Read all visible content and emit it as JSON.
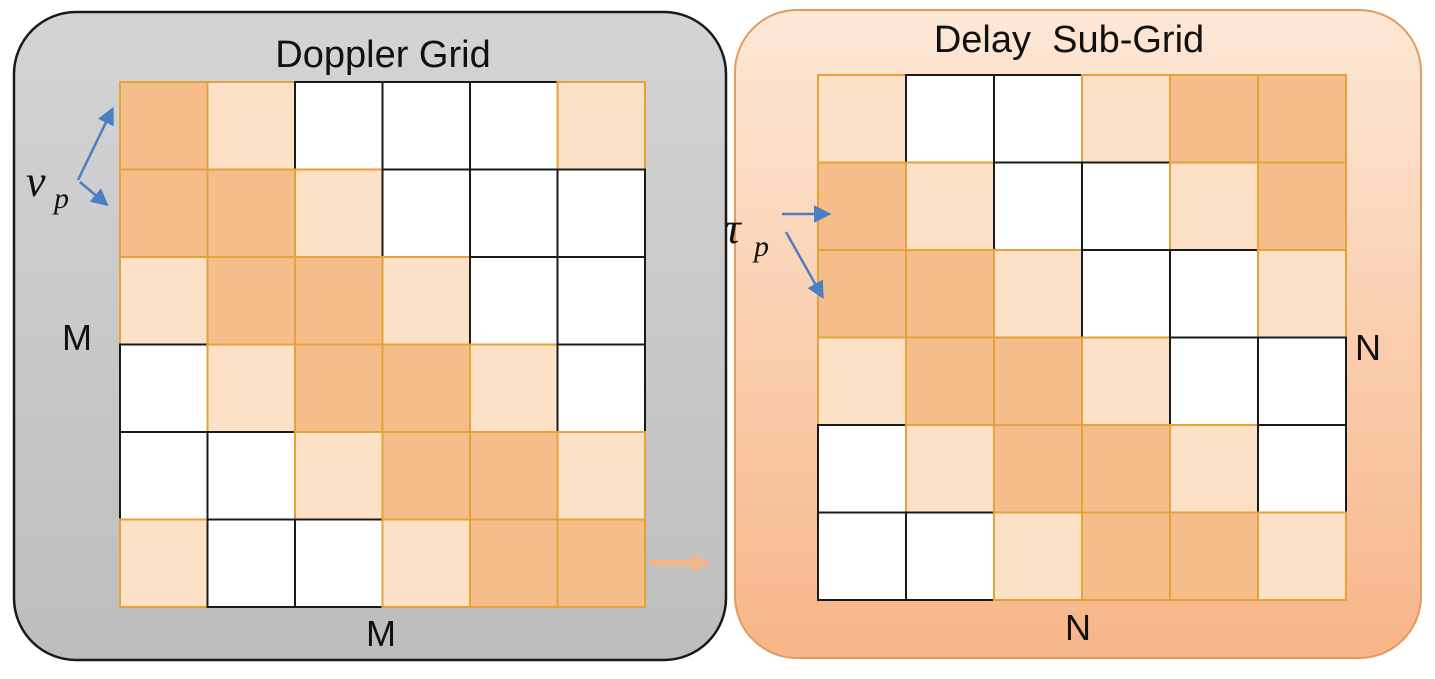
{
  "colors": {
    "dark": "#f5bd8a",
    "light": "#fde1c6",
    "white": "#ffffff",
    "orange_border": "#e3a23a",
    "black_border": "#1a1a1a",
    "arrow_blue": "#4a7fc1",
    "connector_arrow": "#f2b48a"
  },
  "doppler": {
    "title": "Doppler Grid",
    "row_label": "M",
    "col_label": "M",
    "param_symbol": "ν",
    "param_subscript": "p",
    "cells": [
      [
        "dark",
        "light",
        "white",
        "white",
        "white",
        "light"
      ],
      [
        "dark",
        "dark",
        "light",
        "white",
        "white",
        "white"
      ],
      [
        "light",
        "dark",
        "dark",
        "light",
        "white",
        "white"
      ],
      [
        "white",
        "light",
        "dark",
        "dark",
        "light",
        "white"
      ],
      [
        "white",
        "white",
        "light",
        "dark",
        "dark",
        "light"
      ],
      [
        "light",
        "white",
        "white",
        "light",
        "dark",
        "dark"
      ]
    ]
  },
  "delay": {
    "title": "Delay  Sub-Grid",
    "row_label": "N",
    "col_label": "N",
    "param_symbol": "τ",
    "param_subscript": "p",
    "cells": [
      [
        "light",
        "white",
        "white",
        "light",
        "dark",
        "dark"
      ],
      [
        "dark",
        "light",
        "white",
        "white",
        "light",
        "dark"
      ],
      [
        "dark",
        "dark",
        "light",
        "white",
        "white",
        "light"
      ],
      [
        "light",
        "dark",
        "dark",
        "light",
        "white",
        "white"
      ],
      [
        "white",
        "light",
        "dark",
        "dark",
        "light",
        "white"
      ],
      [
        "white",
        "white",
        "light",
        "dark",
        "dark",
        "light"
      ]
    ]
  }
}
